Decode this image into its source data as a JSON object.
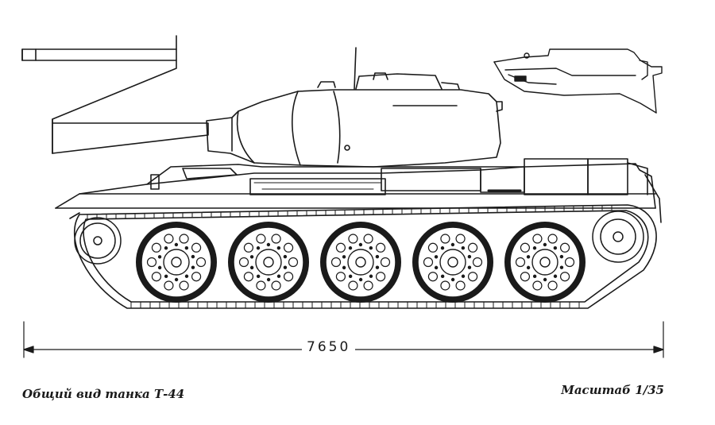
{
  "drawing": {
    "subject": "T-44",
    "ink_color": "#1a1a1a",
    "paper_color": "#ffffff",
    "road_wheel_count": 5
  },
  "dimension": {
    "length_label": "7650"
  },
  "captions": {
    "title": "Общий вид танка Т-44",
    "scale": "Масштаб 1/35"
  }
}
